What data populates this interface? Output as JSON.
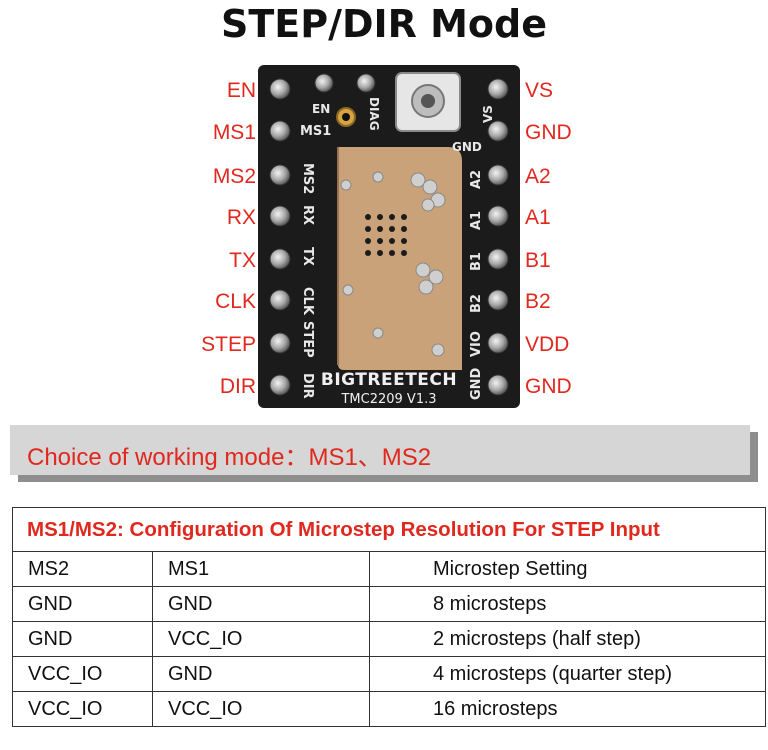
{
  "title": "STEP/DIR Mode",
  "pins_left": [
    "EN",
    "MS1",
    "MS2",
    "RX",
    "TX",
    "CLK",
    "STEP",
    "DIR"
  ],
  "pins_right": [
    "VS",
    "GND",
    "A2",
    "A1",
    "B1",
    "B2",
    "VDD",
    "GND"
  ],
  "board": {
    "brand": "BIGTREETECH",
    "model": "TMC2209 V1.3",
    "silk_left": [
      "MS1",
      "MS2",
      "RX",
      "TX",
      "CLK",
      "STEP",
      "DIR"
    ],
    "silk_right": [
      "A2",
      "A1",
      "B1",
      "B2",
      "VIO",
      "GND"
    ],
    "silk_top": [
      "EN",
      "DIAG",
      "VS",
      "GND"
    ],
    "colors": {
      "pcb": "#1b1b1b",
      "chip_pad": "#c9a27a",
      "pin": "#b9b9b9"
    }
  },
  "banner": {
    "text": "Choice of working mode：MS1、MS2"
  },
  "table": {
    "caption": "MS1/MS2: Configuration Of Microstep Resolution For STEP Input",
    "headers": [
      "MS2",
      "MS1",
      "Microstep Setting"
    ],
    "rows": [
      [
        "GND",
        "GND",
        "8 microsteps"
      ],
      [
        "GND",
        "VCC_IO",
        "2 microsteps (half step)"
      ],
      [
        "VCC_IO",
        "GND",
        "4 microsteps (quarter step)"
      ],
      [
        "VCC_IO",
        "VCC_IO",
        "16 microsteps"
      ]
    ]
  },
  "colors": {
    "accent": "#e0281e",
    "banner_bg": "#d6d6d6",
    "banner_shadow": "#8e8e8e"
  }
}
